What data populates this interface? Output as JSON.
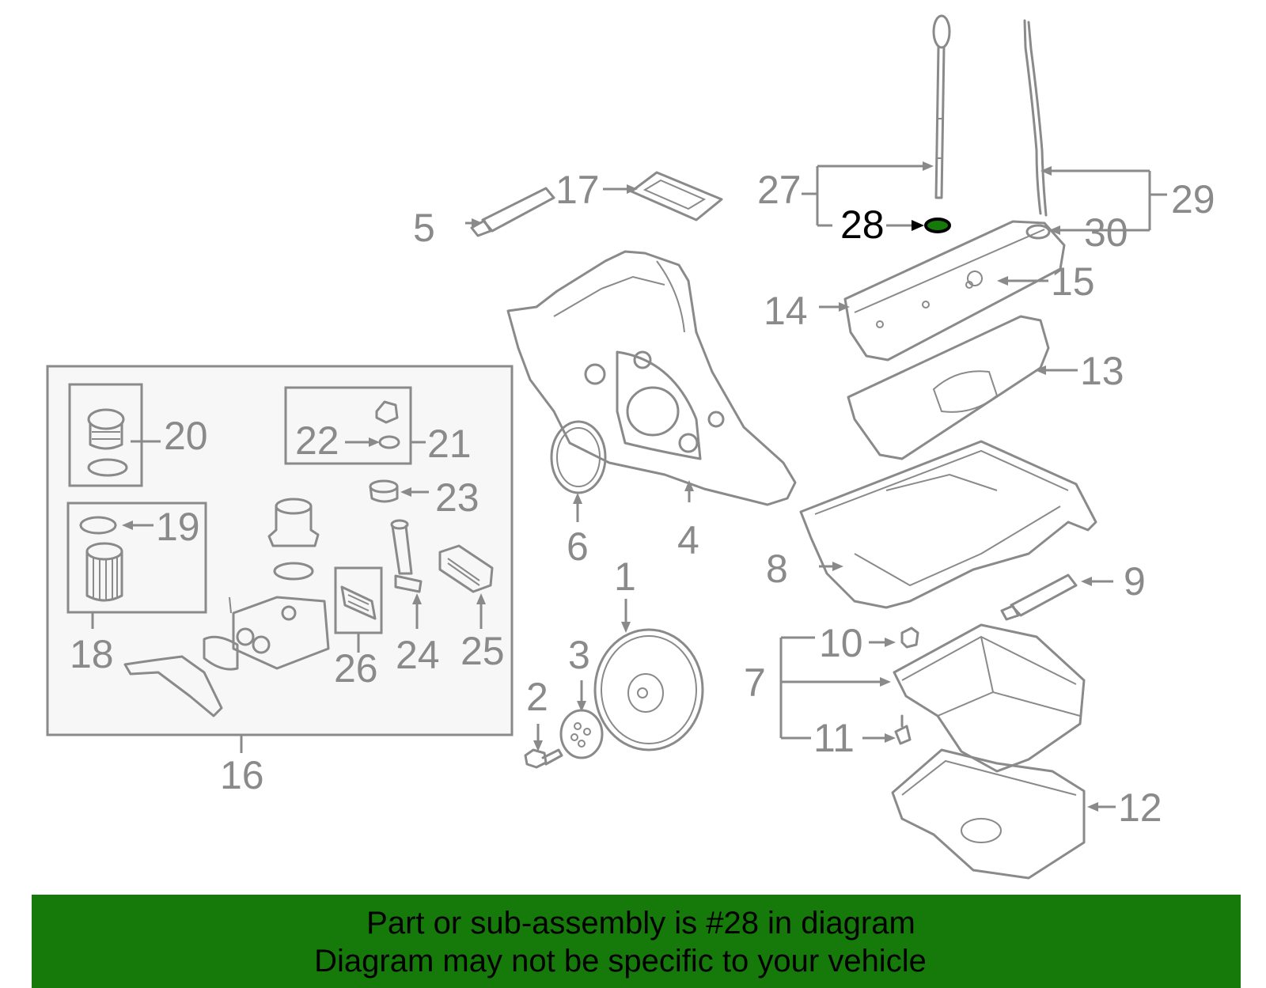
{
  "callouts": {
    "c1": "1",
    "c2": "2",
    "c3": "3",
    "c4": "4",
    "c5": "5",
    "c6": "6",
    "c7": "7",
    "c8": "8",
    "c9": "9",
    "c10": "10",
    "c11": "11",
    "c12": "12",
    "c13": "13",
    "c14": "14",
    "c15": "15",
    "c16": "16",
    "c17": "17",
    "c18": "18",
    "c19": "19",
    "c20": "20",
    "c21": "21",
    "c22": "22",
    "c23": "23",
    "c24": "24",
    "c25": "25",
    "c26": "26",
    "c27": "27",
    "c28": "28",
    "c29": "29",
    "c30": "30"
  },
  "highlighted_part": "28",
  "colors": {
    "line_art": "#8a8a8a",
    "highlight": "#000000",
    "highlight_fill": "#157a0a",
    "footer_bg": "#157a0a",
    "footer_text": "#000000"
  },
  "footer": {
    "line1": "Part or sub-assembly is #28 in diagram",
    "line2": "Diagram may not be specific to your vehicle"
  }
}
